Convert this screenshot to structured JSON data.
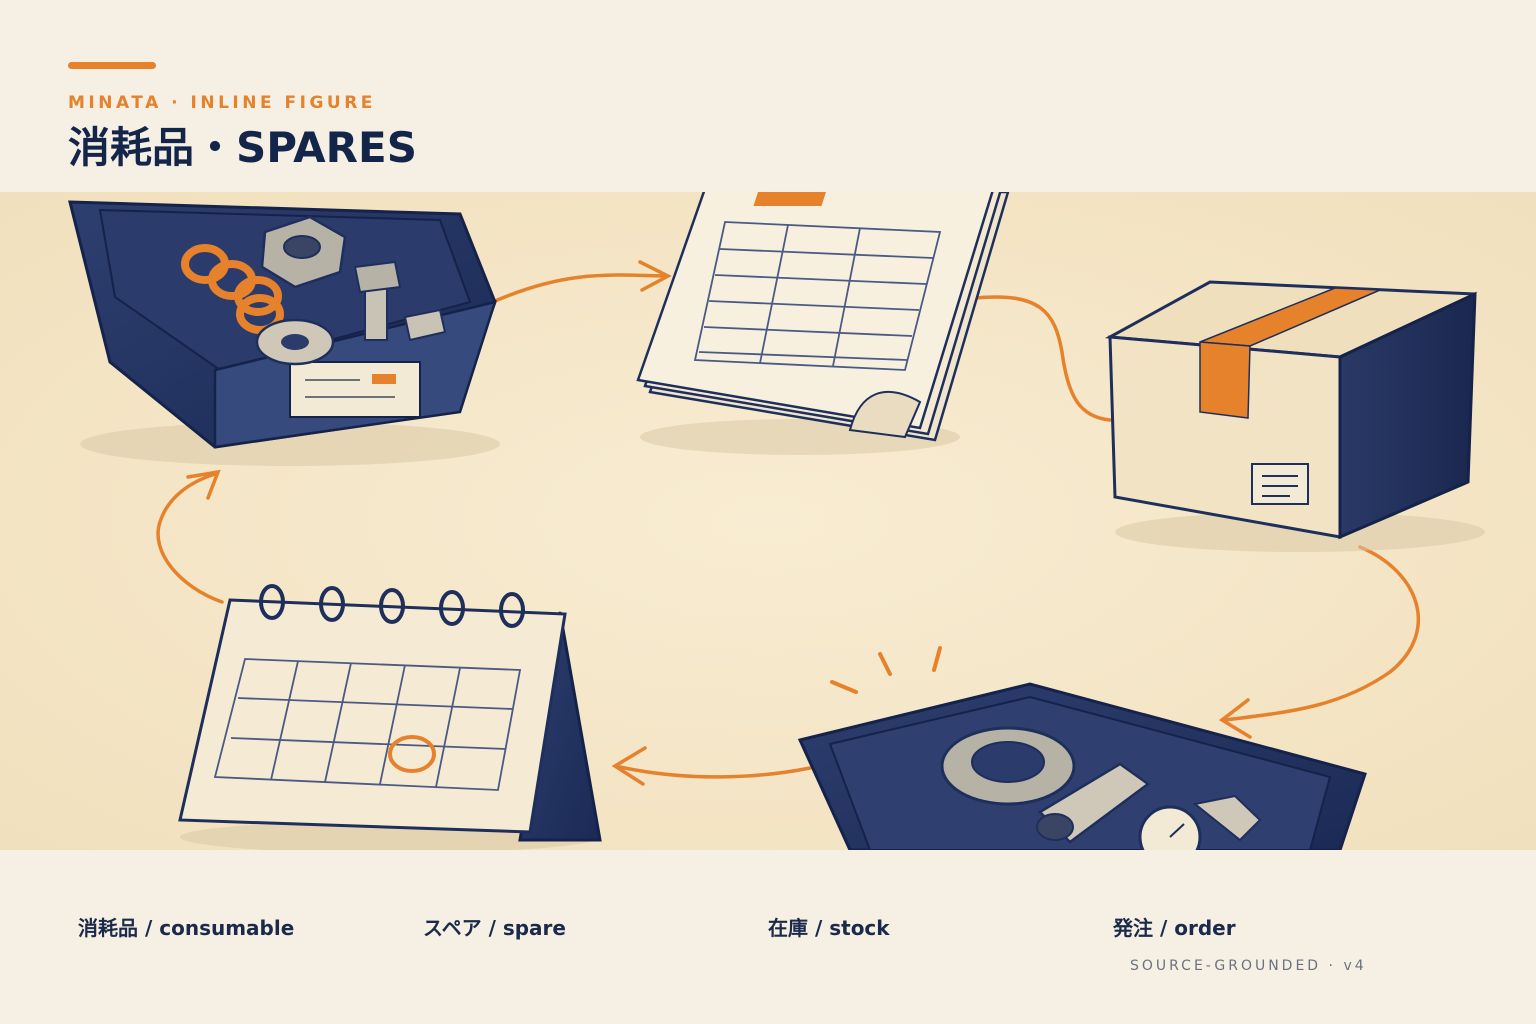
{
  "header": {
    "kicker": "MINATA · INLINE FIGURE",
    "title": "消耗品・SPARES"
  },
  "figure": {
    "icons": [
      "parts-bin-icon",
      "order-sheet-icon",
      "shipping-box-icon",
      "parts-tray-icon",
      "desk-calendar-icon"
    ],
    "colors": {
      "ink": "#1f2f5c",
      "accent": "#e5822b",
      "paper": "#f4e6c8",
      "background": "#f6f0e4"
    }
  },
  "footer": {
    "terms": [
      {
        "label": "消耗品 / consumable"
      },
      {
        "label": "スペア / spare"
      },
      {
        "label": "在庫 / stock"
      },
      {
        "label": "発注 / order"
      }
    ],
    "credit": "SOURCE-GROUNDED · v4"
  }
}
